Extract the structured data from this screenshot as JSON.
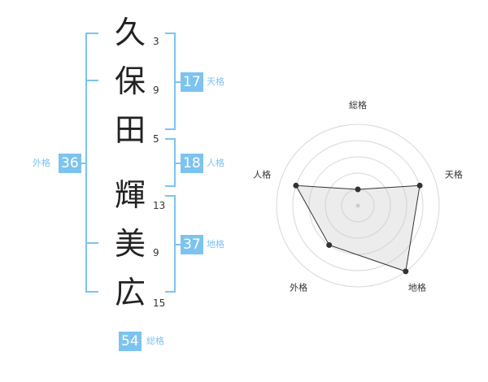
{
  "name": {
    "chars": [
      {
        "char": "久",
        "strokes": "3"
      },
      {
        "char": "保",
        "strokes": "9"
      },
      {
        "char": "田",
        "strokes": "5"
      },
      {
        "char": "輝",
        "strokes": "13"
      },
      {
        "char": "美",
        "strokes": "9"
      },
      {
        "char": "広",
        "strokes": "15"
      }
    ]
  },
  "fortunes": {
    "tenkaku": {
      "value": "17",
      "label": "天格"
    },
    "jinkaku": {
      "value": "18",
      "label": "人格"
    },
    "chikaku": {
      "value": "37",
      "label": "地格"
    },
    "gaikaku": {
      "value": "36",
      "label": "外格"
    },
    "soukaku": {
      "value": "54",
      "label": "総格"
    }
  },
  "colors": {
    "accent": "#7dc3f0"
  },
  "chart_data": {
    "type": "radar",
    "axes": [
      "総格",
      "天格",
      "地格",
      "外格",
      "人格"
    ],
    "values": [
      1,
      4,
      5,
      3,
      4
    ],
    "range": [
      0,
      5
    ],
    "grid": true
  }
}
